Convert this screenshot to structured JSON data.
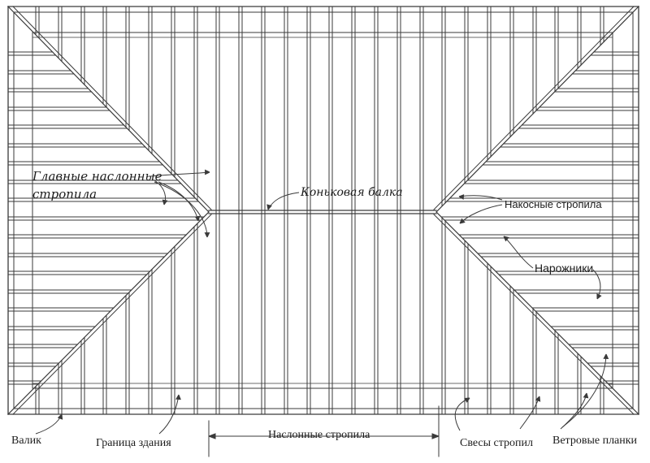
{
  "labels": {
    "main_rafters": "Главные наслонные стропила",
    "main_rafters_line1": "Главные наслонные",
    "main_rafters_line2": "стропила",
    "ridge_beam": "Коньковая балка",
    "hip_rafters": "Накосные стропила",
    "jack_rafters": "Нарожники",
    "fascia": "Валик",
    "building_line": "Граница здания",
    "common_rafters": "Наслонные стропила",
    "rafter_overhang": "Свесы стропил",
    "wind_boards": "Ветровые планки"
  },
  "colors": {
    "stroke": "#3a3a3a",
    "text": "#1c1c1c",
    "background": "#ffffff"
  }
}
